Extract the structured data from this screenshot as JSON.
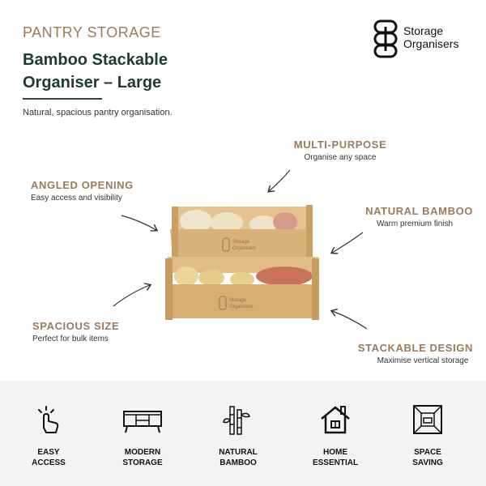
{
  "header": {
    "eyebrow": "PANTRY STORAGE",
    "title": "Bamboo Stackable Organiser – Large",
    "tagline": "Natural, spacious pantry organisation."
  },
  "brand": {
    "line1": "Storage",
    "line2": "Organisers",
    "logo_icon": "brand-monogram-icon"
  },
  "product": {
    "box_stamp_line1": "Storage",
    "box_stamp_line2": "Organisers"
  },
  "features": {
    "multi_purpose": {
      "heading": "MULTI-PURPOSE",
      "sub": "Organise any space"
    },
    "angled_opening": {
      "heading": "ANGLED OPENING",
      "sub": "Easy access and visibility"
    },
    "natural_bamboo": {
      "heading": "NATURAL BAMBOO",
      "sub": "Warm premium finish"
    },
    "spacious_size": {
      "heading": "SPACIOUS SIZE",
      "sub": "Perfect for bulk items"
    },
    "stackable_design": {
      "heading": "STACKABLE DESIGN",
      "sub": "Maximise vertical storage"
    }
  },
  "benefits": [
    {
      "icon": "hand-tap-icon",
      "line1": "EASY",
      "line2": "ACCESS"
    },
    {
      "icon": "sideboard-icon",
      "line1": "MODERN",
      "line2": "STORAGE"
    },
    {
      "icon": "bamboo-icon",
      "line1": "NATURAL",
      "line2": "BAMBOO"
    },
    {
      "icon": "house-icon",
      "line1": "HOME",
      "line2": "ESSENTIAL"
    },
    {
      "icon": "space-box-icon",
      "line1": "SPACE",
      "line2": "SAVING"
    }
  ],
  "colors": {
    "brown_accent": "#9c7a5a",
    "dark_green": "#1f3a2e",
    "bamboo": "#d9b27a",
    "band_bg": "#f2f3f5"
  }
}
